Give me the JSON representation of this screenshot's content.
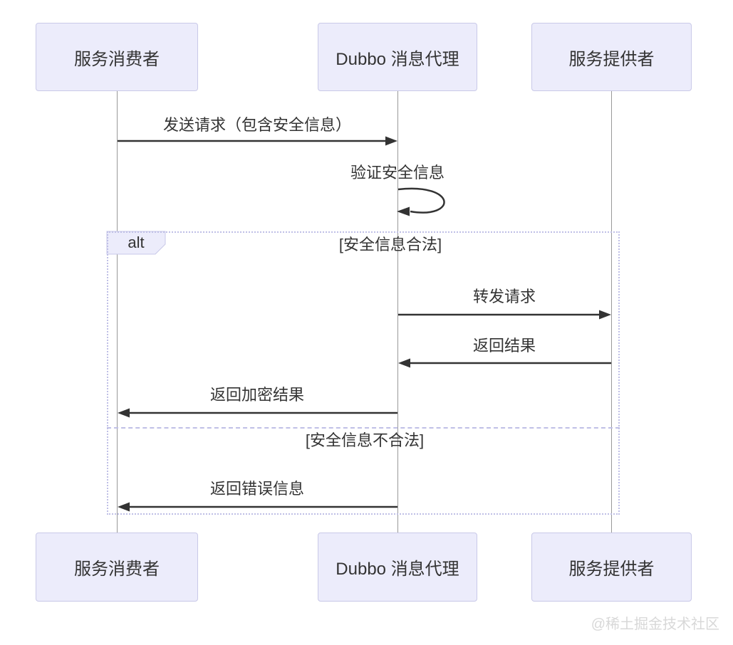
{
  "diagram": {
    "type": "sequence",
    "participants": [
      {
        "id": "consumer",
        "label": "服务消费者"
      },
      {
        "id": "broker",
        "label": "Dubbo 消息代理"
      },
      {
        "id": "provider",
        "label": "服务提供者"
      }
    ],
    "messages": [
      {
        "from": "consumer",
        "to": "broker",
        "text": "发送请求（包含安全信息）"
      },
      {
        "from": "broker",
        "to": "broker",
        "text": "验证安全信息"
      },
      {
        "from": "broker",
        "to": "provider",
        "text": "转发请求"
      },
      {
        "from": "provider",
        "to": "broker",
        "text": "返回结果"
      },
      {
        "from": "broker",
        "to": "consumer",
        "text": "返回加密结果"
      },
      {
        "from": "broker",
        "to": "consumer",
        "text": "返回错误信息"
      }
    ],
    "alt_block": {
      "label": "alt",
      "conditions": [
        "[安全信息合法]",
        "[安全信息不合法]"
      ]
    },
    "watermark": "@稀土掘金技术社区",
    "colors": {
      "actor_fill": "#ECECFB",
      "actor_border": "#C9C9E8",
      "lifeline": "#999999",
      "arrow": "#333333",
      "frame_border": "#BFBFE6",
      "watermark": "#D8D8D8"
    }
  }
}
